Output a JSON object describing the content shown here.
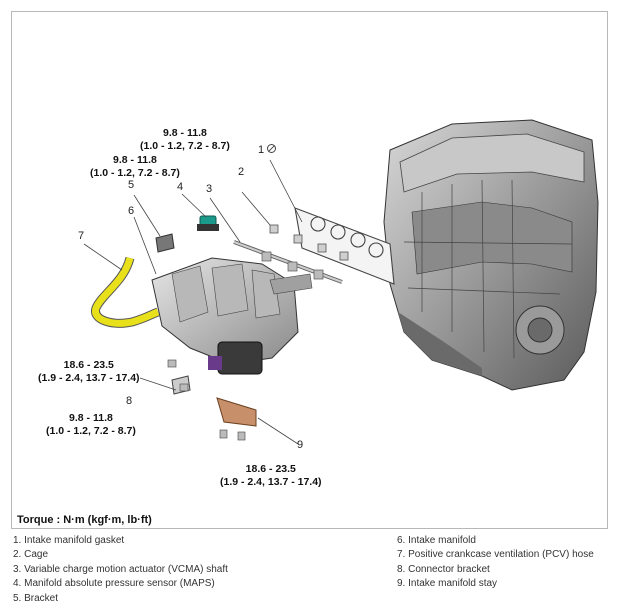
{
  "torque_callouts": {
    "t1": {
      "line1": "9.8 - 11.8",
      "line2": "(1.0 - 1.2, 7.2 - 8.7)"
    },
    "t2": {
      "line1": "9.8 - 11.8",
      "line2": "(1.0 - 1.2, 7.2 - 8.7)"
    },
    "t3": {
      "line1": "18.6 - 23.5",
      "line2": "(1.9 - 2.4, 13.7 - 17.4)"
    },
    "t4": {
      "line1": "9.8 - 11.8",
      "line2": "(1.0 - 1.2, 7.2 - 8.7)"
    },
    "t5": {
      "line1": "18.6 - 23.5",
      "line2": "(1.9 - 2.4, 13.7 - 17.4)"
    }
  },
  "part_numbers": {
    "n1": "1",
    "n2": "2",
    "n3": "3",
    "n4": "4",
    "n5": "5",
    "n6": "6",
    "n7": "7",
    "n8": "8",
    "n9": "9"
  },
  "torque_note": "Torque : N·m (kgf·m, lb·ft)",
  "legend": [
    "1. Intake manifold gasket",
    "2. Cage",
    "3. Variable charge motion actuator (VCMA) shaft",
    "4. Manifold absolute pressure sensor (MAPS)",
    "5. Bracket",
    "6. Intake manifold",
    "7. Positive crankcase ventilation (PCV) hose",
    "8. Connector bracket",
    "9. Intake manifold stay"
  ],
  "colors": {
    "pcv_hose": "#e8e01a",
    "maps_sensor": "#1a9a8a",
    "vcma_actuator": "#6a3a8a",
    "manifold_stay": "#c8906a"
  }
}
